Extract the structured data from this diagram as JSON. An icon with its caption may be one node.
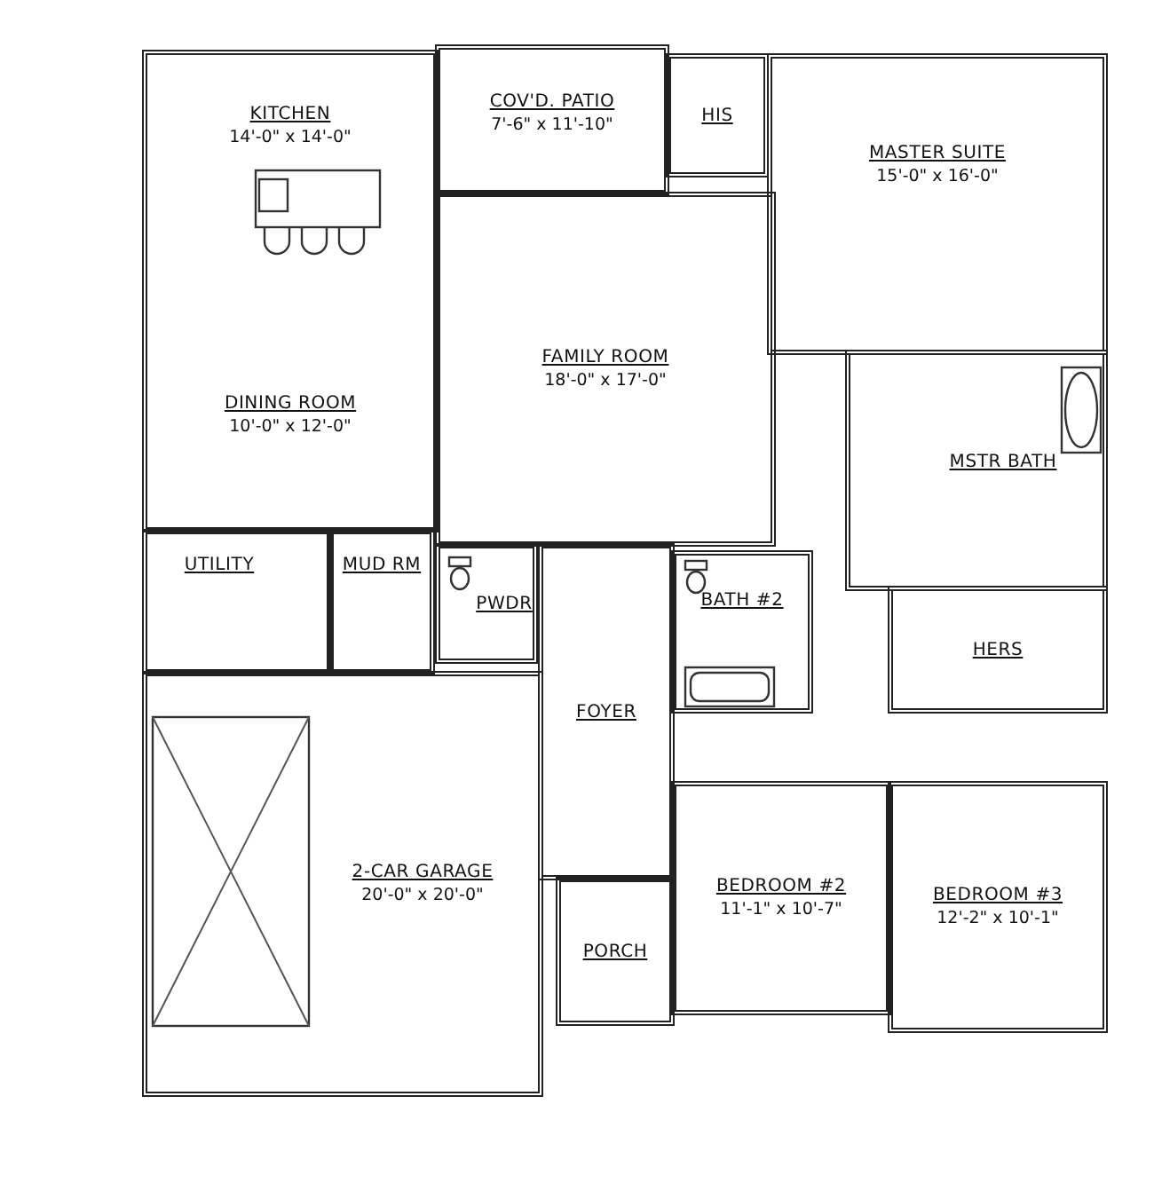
{
  "diagram": {
    "nodes": [
      {
        "text": [
          "KITCHEN",
          "14'-0\" x 14'-0\""
        ]
      },
      {
        "text": [
          "COV'D. PATIO",
          "7'-6\" x 11'-10\""
        ]
      },
      {
        "text": [
          "HIS"
        ]
      },
      {
        "text": [
          "MASTER SUITE",
          "15'-0\" x 16'-0\""
        ]
      },
      {
        "text": [
          "DINING ROOM",
          "10'-0\" x 12'-0\""
        ]
      },
      {
        "text": [
          "FAMILY ROOM",
          "18'-0\" x 17'-0\""
        ]
      },
      {
        "text": [
          "MSTR BATH"
        ]
      },
      {
        "text": [
          "UTILITY"
        ]
      },
      {
        "text": [
          "MUD RM"
        ]
      },
      {
        "text": [
          "PWDR"
        ]
      },
      {
        "text": [
          "BATH #2"
        ]
      },
      {
        "text": [
          "HERS"
        ]
      },
      {
        "text": [
          "FOYER"
        ]
      },
      {
        "text": [
          "2-CAR GARAGE",
          "20'-0\" x 20'-0\""
        ]
      },
      {
        "text": [
          "BEDROOM #2",
          "11'-1\" x 10'-7\""
        ]
      },
      {
        "text": [
          "BEDROOM #3",
          "12'-2\" x 10'-1\""
        ]
      },
      {
        "text": [
          "PORCH"
        ]
      }
    ]
  }
}
